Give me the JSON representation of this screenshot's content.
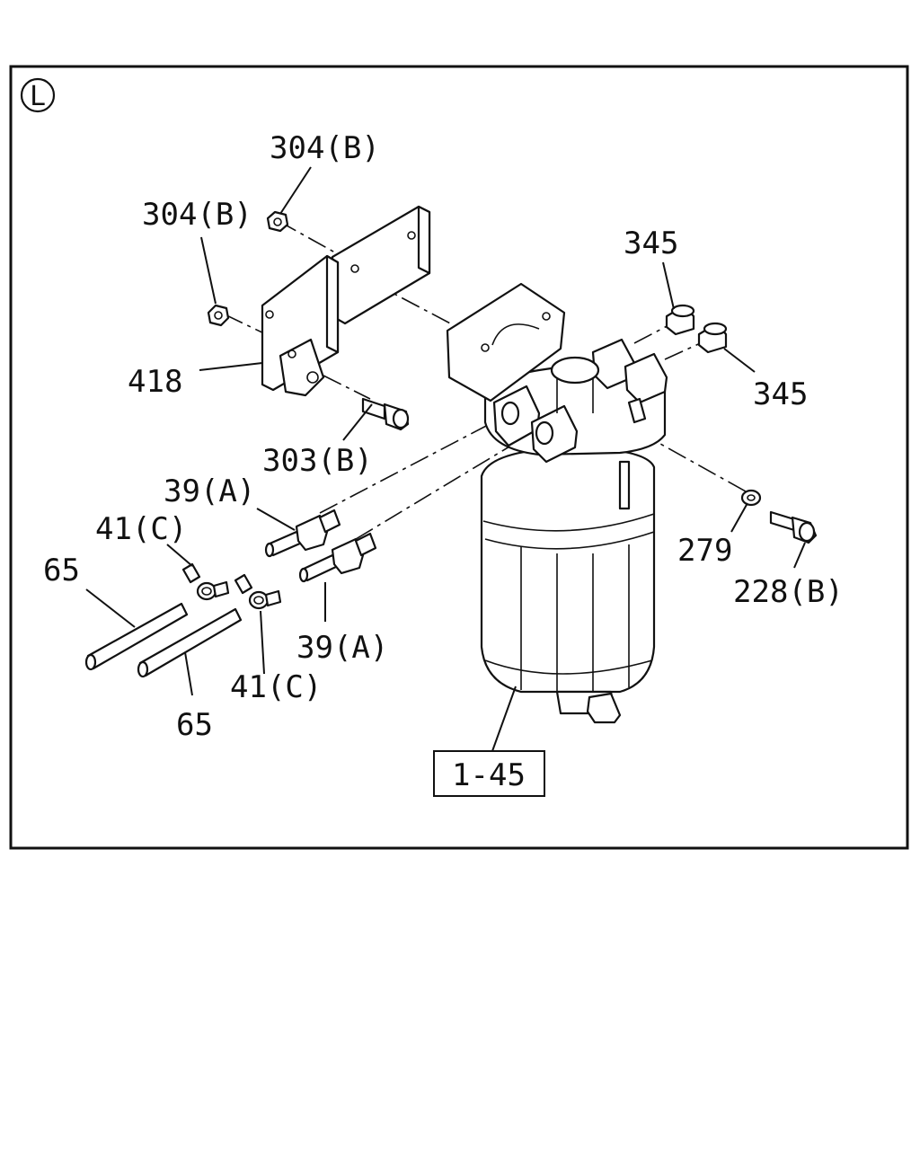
{
  "diagram": {
    "section_marker": "L",
    "callouts": [
      {
        "id": "304b_top",
        "text": "304(B)"
      },
      {
        "id": "304b_left",
        "text": "304(B)"
      },
      {
        "id": "418",
        "text": "418"
      },
      {
        "id": "303b",
        "text": "303(B)"
      },
      {
        "id": "345_top",
        "text": "345"
      },
      {
        "id": "345_right",
        "text": "345"
      },
      {
        "id": "39a_top",
        "text": "39(A)"
      },
      {
        "id": "39a_bottom",
        "text": "39(A)"
      },
      {
        "id": "41c_top",
        "text": "41(C)"
      },
      {
        "id": "41c_bottom",
        "text": "41(C)"
      },
      {
        "id": "65_top",
        "text": "65"
      },
      {
        "id": "65_bottom",
        "text": "65"
      },
      {
        "id": "279",
        "text": "279"
      },
      {
        "id": "228b",
        "text": "228(B)"
      }
    ],
    "reference_box": "1-45"
  }
}
